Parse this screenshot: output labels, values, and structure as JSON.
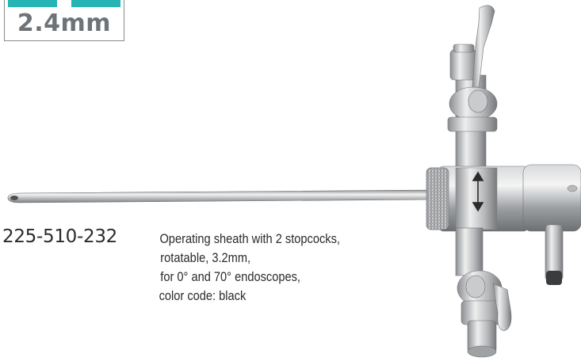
{
  "badge": {
    "size_label": "2.4mm",
    "accent_color": "#27b4b5"
  },
  "product": {
    "part_number": "225-510-232",
    "description_lines": [
      "Operating sheath with 2 stopcocks,",
      "rotatable, 3.2mm,",
      "for 0° and 70° endoscopes,",
      "color code: black"
    ]
  },
  "illustration": {
    "subject": "operating-sheath-with-stopcocks-icon",
    "indicator": "rotation-arrow-icon"
  }
}
